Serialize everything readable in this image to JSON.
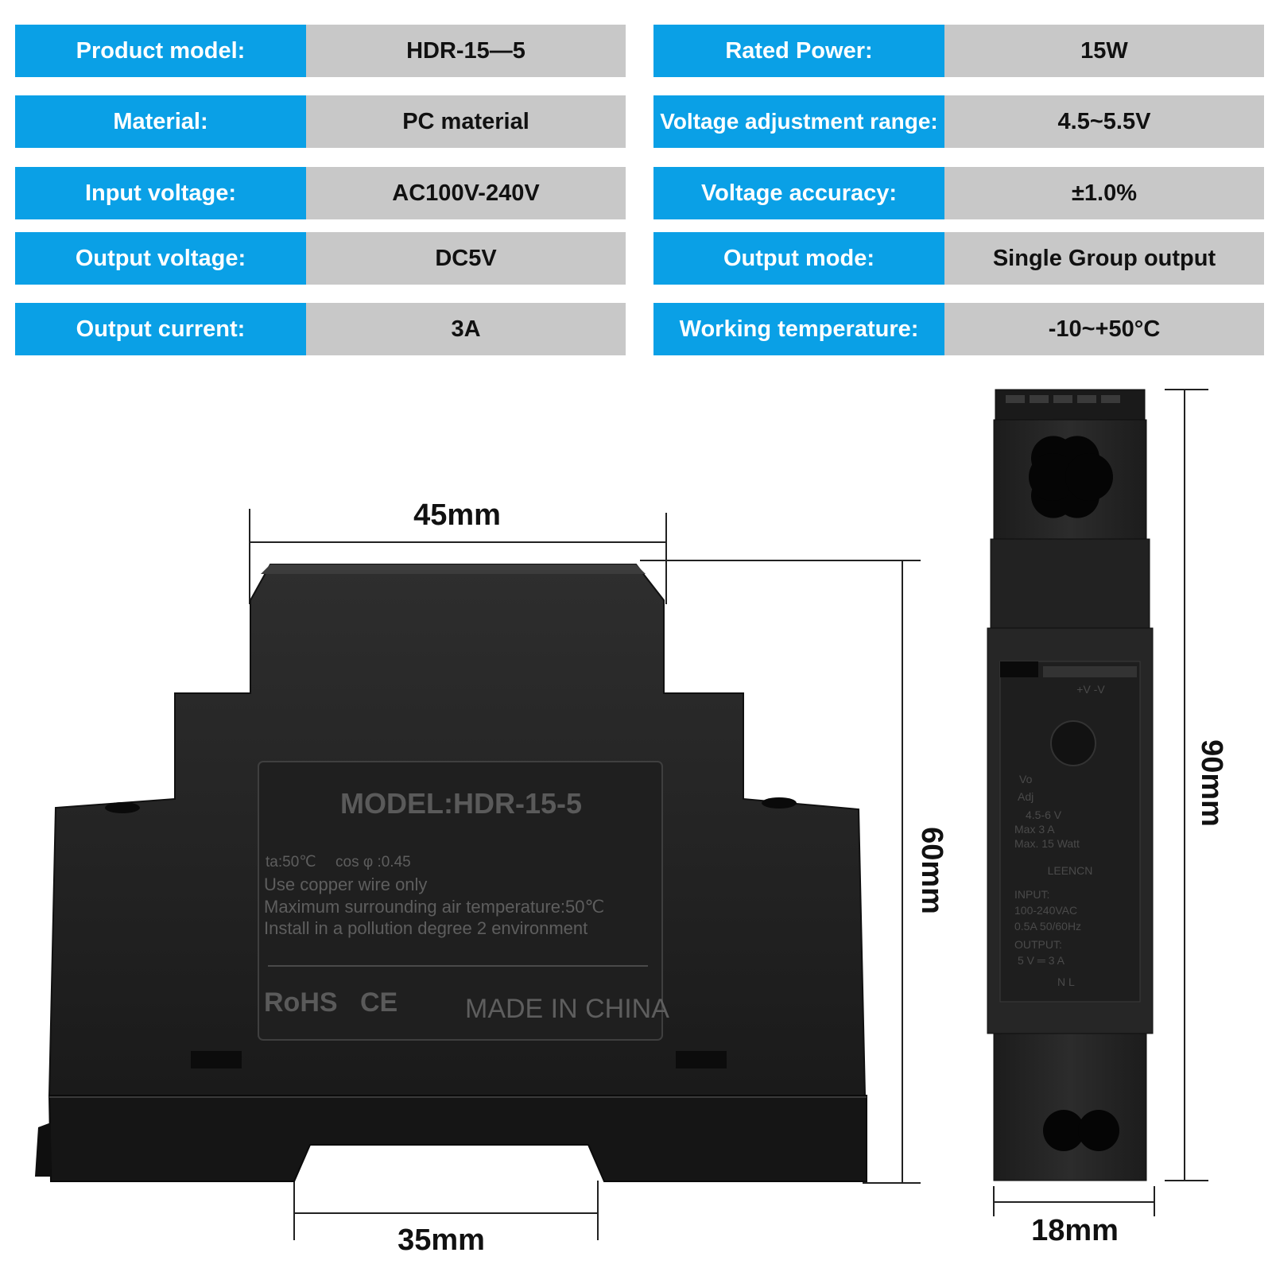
{
  "specs": {
    "left": [
      {
        "label": "Product model:",
        "value": "HDR-15—5"
      },
      {
        "label": "Material:",
        "value": "PC material"
      },
      {
        "label": "Input voltage:",
        "value": "AC100V-240V"
      },
      {
        "label": "Output voltage:",
        "value": "DC5V"
      },
      {
        "label": "Output current:",
        "value": "3A"
      }
    ],
    "right": [
      {
        "label": "Rated Power:",
        "value": "15W"
      },
      {
        "label": "Voltage adjustment range:",
        "value": "4.5~5.5V"
      },
      {
        "label": "Voltage accuracy:",
        "value": "±1.0%"
      },
      {
        "label": "Output mode:",
        "value": "Single Group output"
      },
      {
        "label": "Working temperature:",
        "value": "-10~+50°C"
      }
    ]
  },
  "dimensions": {
    "width_top": "45mm",
    "width_bottom": "35mm",
    "height_front": "60mm",
    "height_side": "90mm",
    "width_side": "18mm"
  },
  "front_label": {
    "model": "MODEL:HDR-15-5",
    "ta": "ta:50℃",
    "cos": "cos φ :0.45",
    "line1": "Use copper wire only",
    "line2": "Maximum surrounding air temperature:50℃",
    "line3": "Install in a  pollution degree 2 environment",
    "rohs": "RoHS",
    "ce": "CE",
    "made_in": "MADE IN CHINA"
  },
  "side_label": {
    "terminals_top": "+V  -V",
    "vo_adj": "Vo",
    "adj": "Adj",
    "range": "4.5-6 V",
    "max_a": "Max  3  A",
    "max_w": "Max. 15 Watt",
    "brand": "LEENCN",
    "input": "INPUT:",
    "input_v": "100-240VAC",
    "input_a": "0.5A 50/60Hz",
    "output": "OUTPUT:",
    "output_v": "5 V ═  3  A",
    "terminals_bottom": "N    L"
  }
}
